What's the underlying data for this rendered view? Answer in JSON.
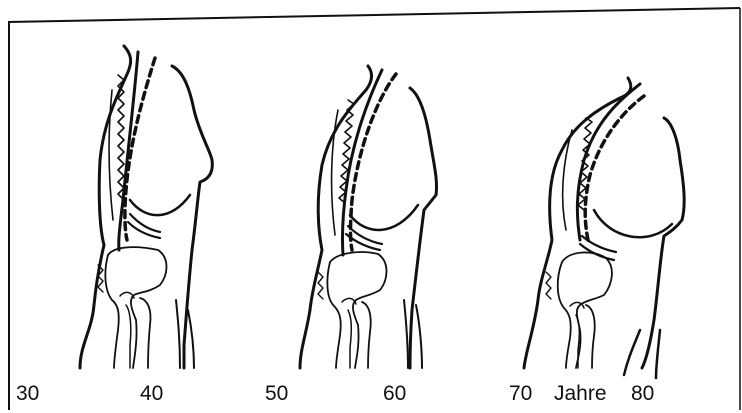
{
  "labels": {
    "age_30": "30",
    "age_40": "40",
    "age_50": "50",
    "age_60": "60",
    "age_70": "70",
    "jahre": "Jahre",
    "age_80": "80"
  },
  "figures": [
    {
      "name": "posture-figure-30-40"
    },
    {
      "name": "posture-figure-50-60"
    },
    {
      "name": "posture-figure-70-80"
    }
  ],
  "colors": {
    "ink": "#111111",
    "background": "#ffffff"
  }
}
